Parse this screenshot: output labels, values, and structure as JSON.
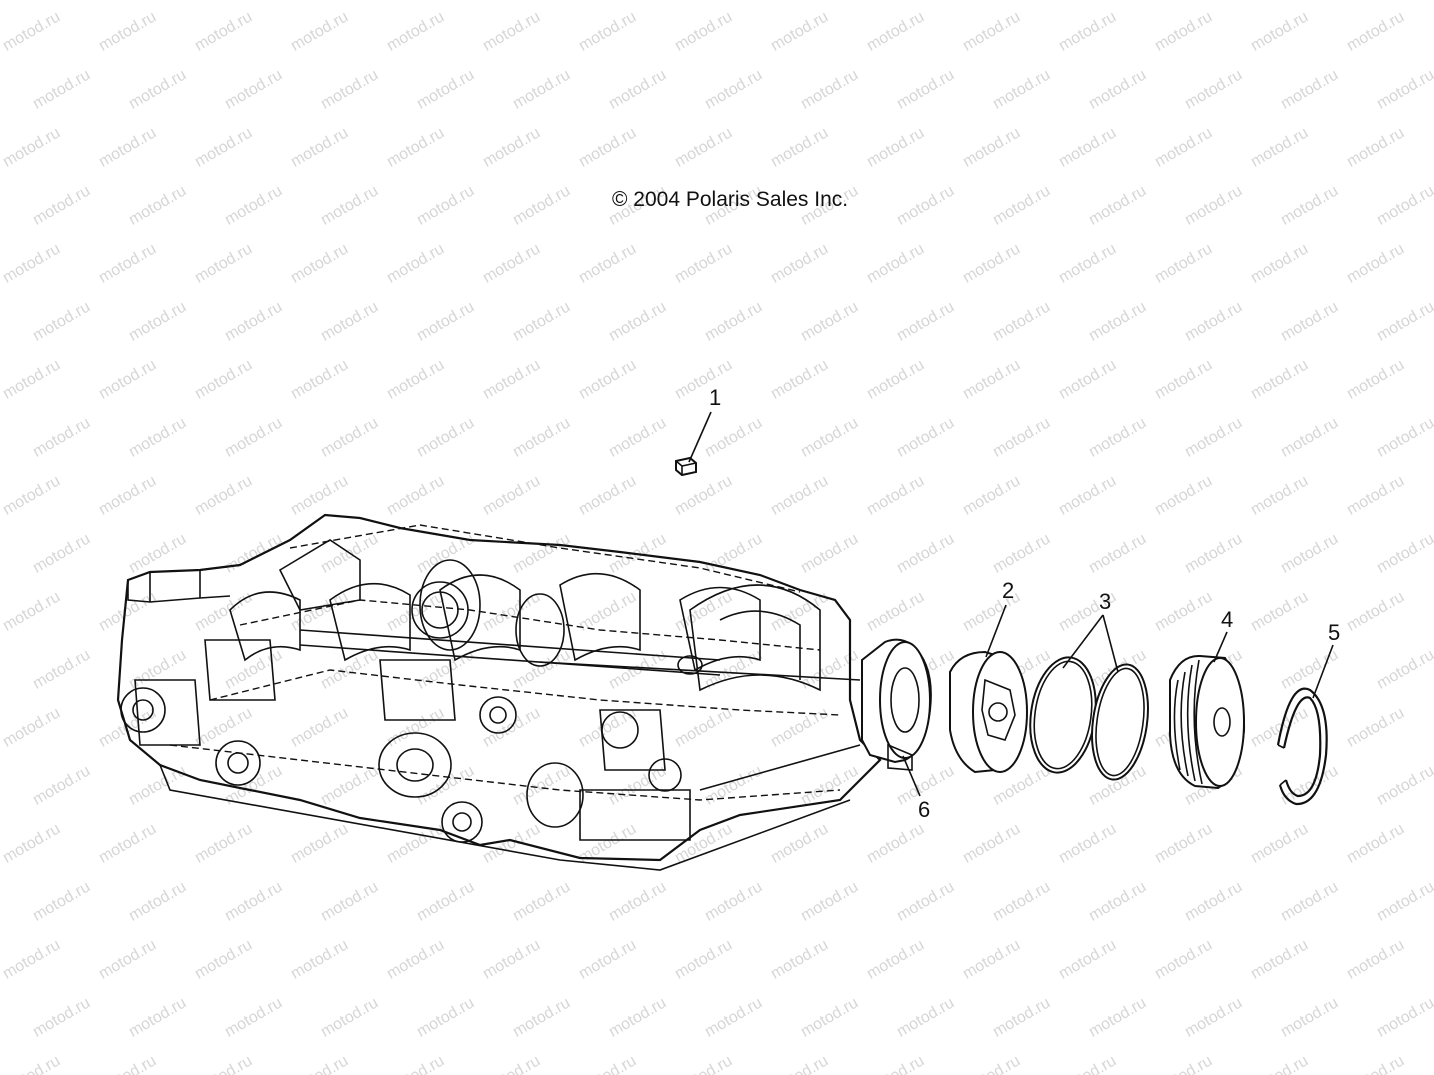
{
  "watermark": {
    "text": "motod.ru"
  },
  "copyright": "© 2004 Polaris Sales Inc.",
  "callouts": [
    {
      "id": "1",
      "label": "1"
    },
    {
      "id": "2",
      "label": "2"
    },
    {
      "id": "3",
      "label": "3"
    },
    {
      "id": "4",
      "label": "4"
    },
    {
      "id": "5",
      "label": "5"
    },
    {
      "id": "6",
      "label": "6"
    }
  ]
}
